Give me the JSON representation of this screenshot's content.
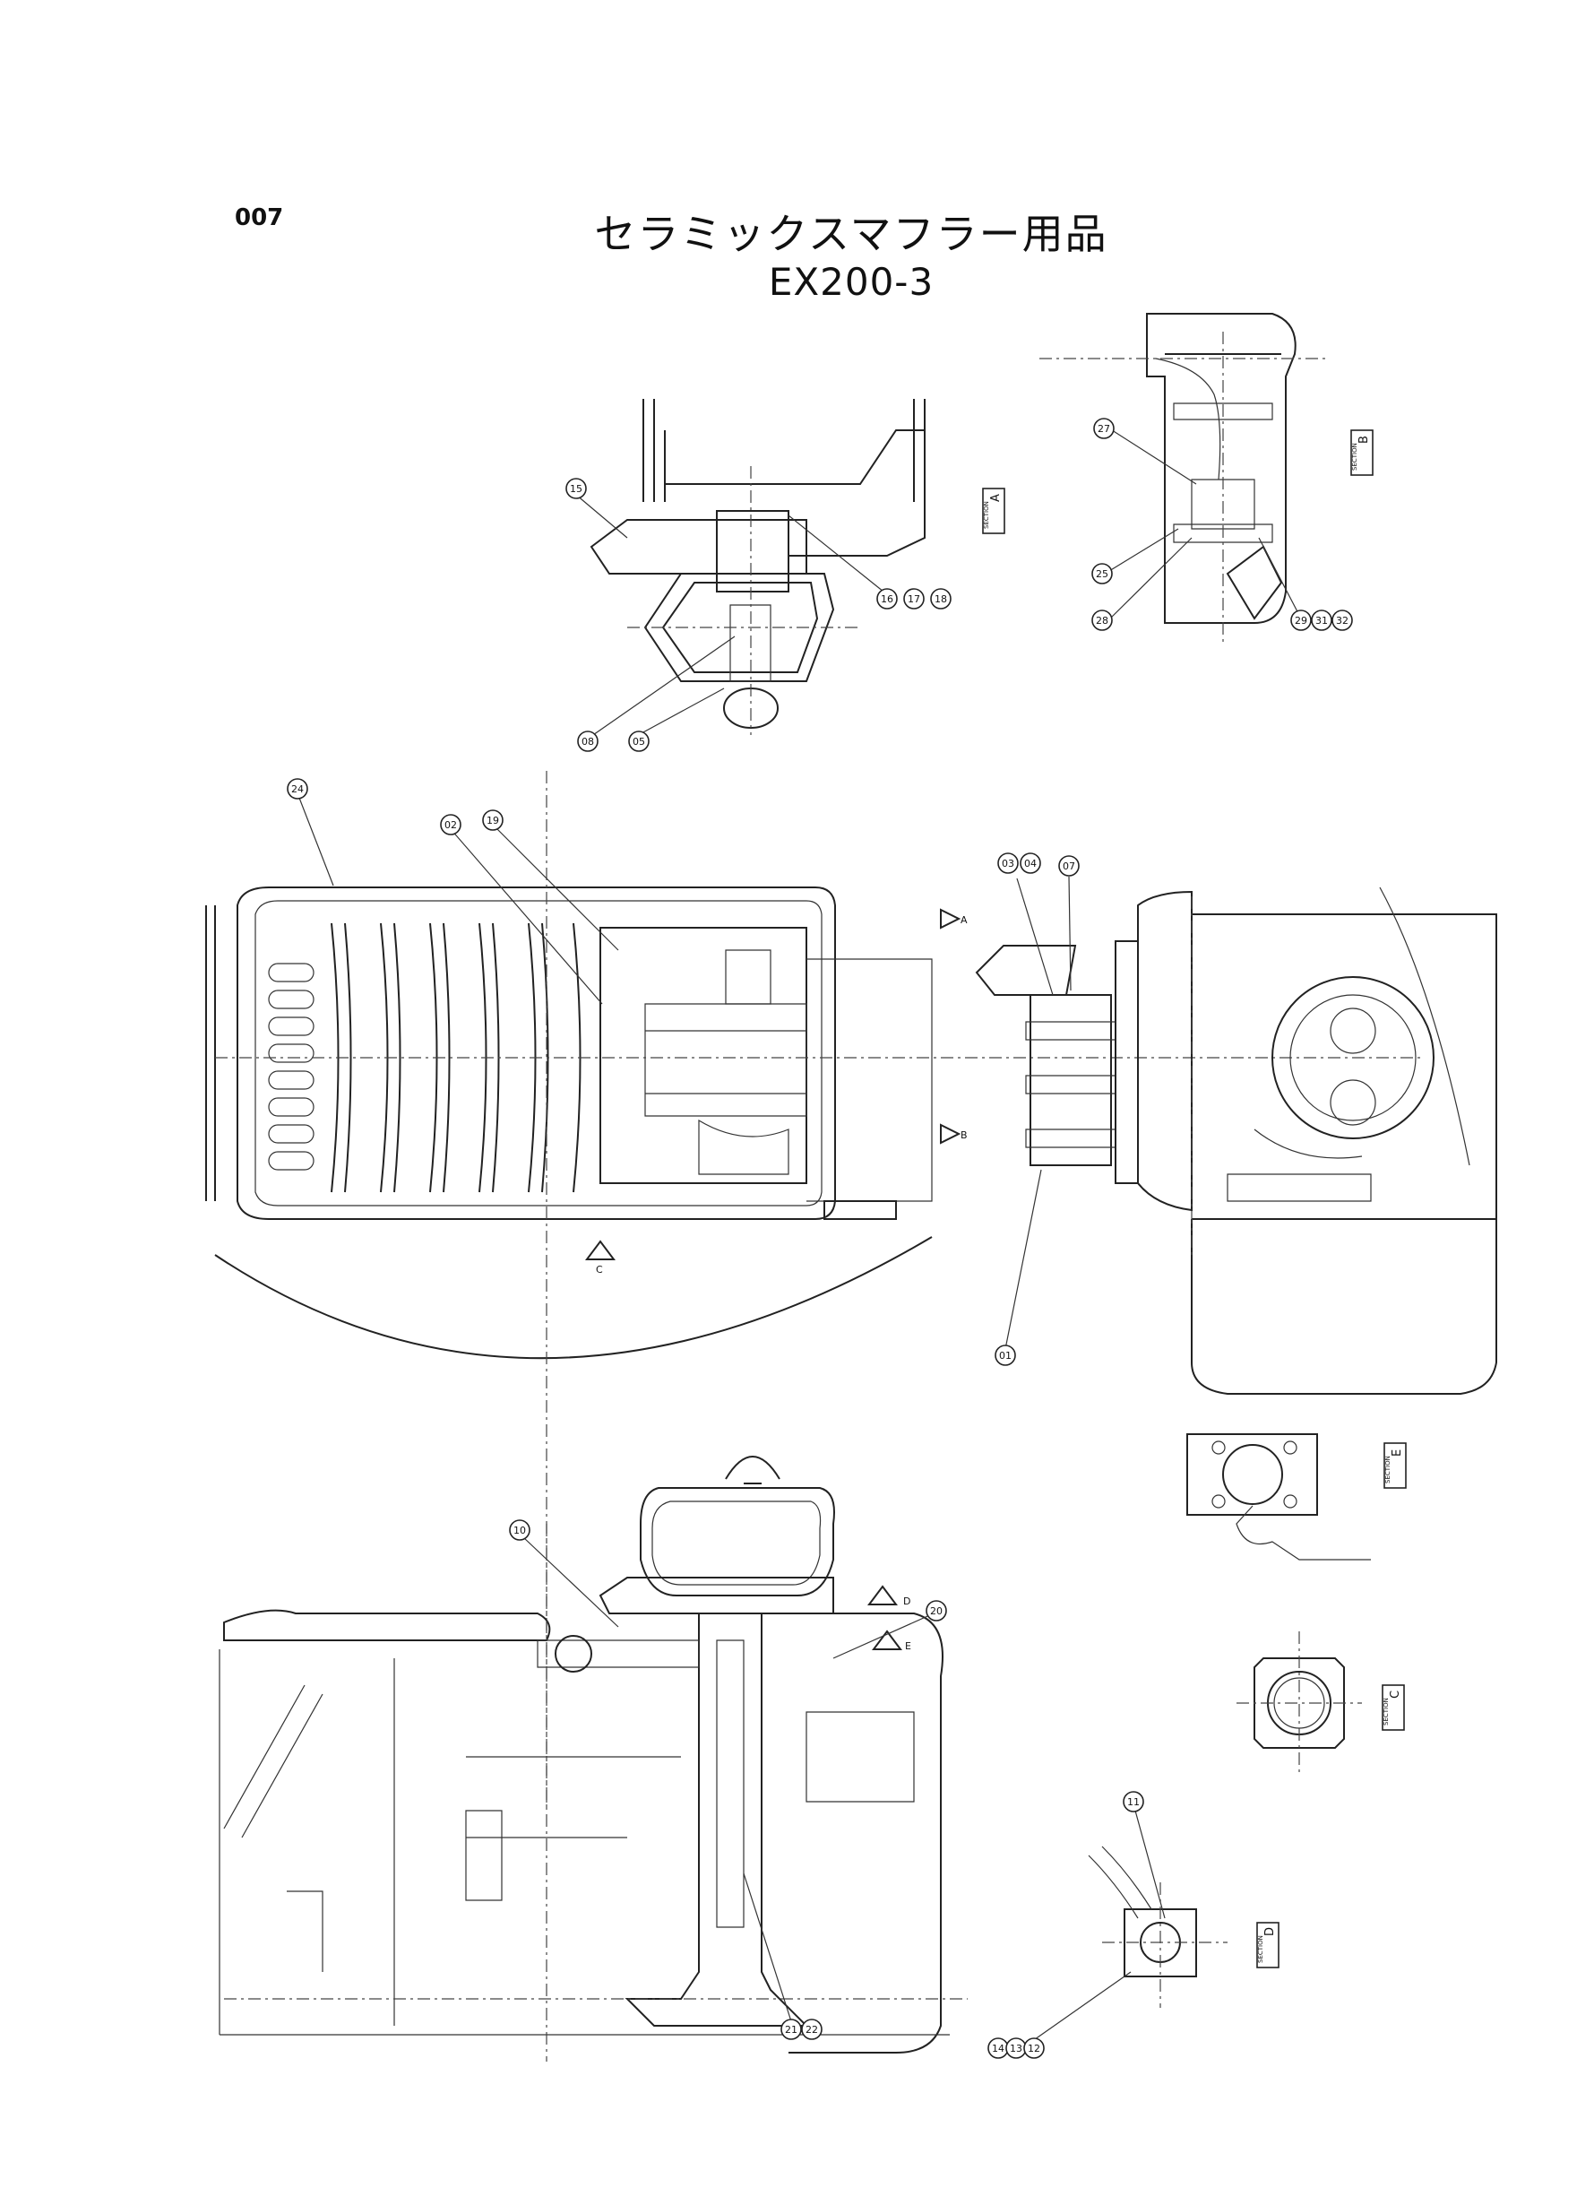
{
  "page_number": "007",
  "title": "セラミックスマフラー用品",
  "model": "EX200-3",
  "sections": [
    {
      "id": "sec-a",
      "label": "SECTION",
      "letter": "A"
    },
    {
      "id": "sec-b",
      "label": "SECTION",
      "letter": "B"
    },
    {
      "id": "sec-c",
      "label": "SECTION",
      "letter": "C"
    },
    {
      "id": "sec-d",
      "label": "SECTION",
      "letter": "D"
    },
    {
      "id": "sec-e",
      "label": "SECTION",
      "letter": "E"
    }
  ],
  "view_arrows": [
    "A",
    "B",
    "C",
    "D",
    "E"
  ],
  "callouts": {
    "c15": "15",
    "c16": "16",
    "c17": "17",
    "c18": "18",
    "c08": "08",
    "c05": "05",
    "c27": "27",
    "c25": "25",
    "c28": "28",
    "c29": "29",
    "c31": "31",
    "c32": "32",
    "c24": "24",
    "c02": "02",
    "c19": "19",
    "c03": "03",
    "c04": "04",
    "c07": "07",
    "c01": "01",
    "c10": "10",
    "c20": "20",
    "c21": "21",
    "c22": "22",
    "c11": "11",
    "c12": "12",
    "c13": "13",
    "c14": "14"
  }
}
